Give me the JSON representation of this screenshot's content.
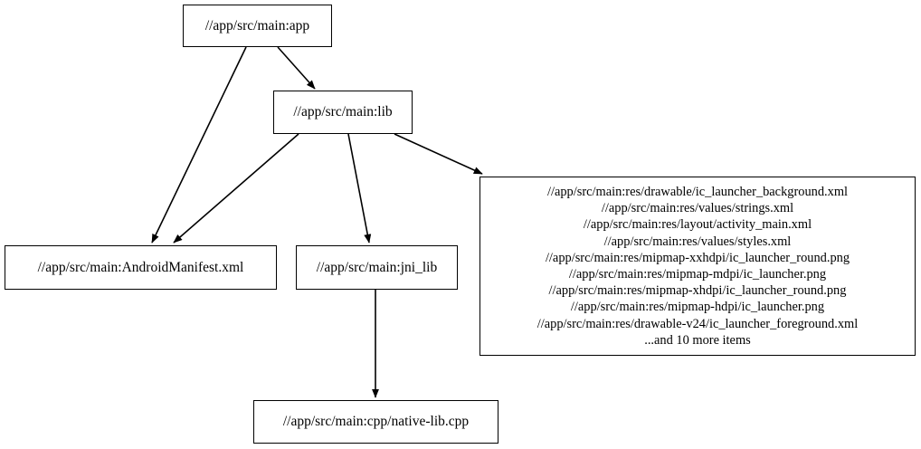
{
  "graph": {
    "type": "directed-graph",
    "background_color": "#ffffff",
    "node_border_color": "#000000",
    "edge_color": "#000000",
    "text_color": "#000000",
    "nodes": [
      {
        "id": "app",
        "label": "//app/src/main:app"
      },
      {
        "id": "lib",
        "label": "//app/src/main:lib"
      },
      {
        "id": "manifest",
        "label": "//app/src/main:AndroidManifest.xml"
      },
      {
        "id": "jni_lib",
        "label": "//app/src/main:jni_lib"
      },
      {
        "id": "native_lib_cpp",
        "label": "//app/src/main:cpp/native-lib.cpp"
      },
      {
        "id": "resources",
        "label": "//app/src/main:res/drawable/ic_launcher_background.xml\n//app/src/main:res/values/strings.xml\n//app/src/main:res/layout/activity_main.xml\n//app/src/main:res/values/styles.xml\n//app/src/main:res/mipmap-xxhdpi/ic_launcher_round.png\n//app/src/main:res/mipmap-mdpi/ic_launcher.png\n//app/src/main:res/mipmap-xhdpi/ic_launcher_round.png\n//app/src/main:res/mipmap-hdpi/ic_launcher.png\n//app/src/main:res/drawable-v24/ic_launcher_foreground.xml\n...and 10 more items",
        "lines": [
          "//app/src/main:res/drawable/ic_launcher_background.xml",
          "//app/src/main:res/values/strings.xml",
          "//app/src/main:res/layout/activity_main.xml",
          "//app/src/main:res/values/styles.xml",
          "//app/src/main:res/mipmap-xxhdpi/ic_launcher_round.png",
          "//app/src/main:res/mipmap-mdpi/ic_launcher.png",
          "//app/src/main:res/mipmap-xhdpi/ic_launcher_round.png",
          "//app/src/main:res/mipmap-hdpi/ic_launcher.png",
          "//app/src/main:res/drawable-v24/ic_launcher_foreground.xml",
          "...and 10 more items"
        ]
      }
    ],
    "edges": [
      {
        "id": "app-to-lib",
        "from": "app",
        "to": "lib"
      },
      {
        "id": "app-to-manifest",
        "from": "app",
        "to": "manifest"
      },
      {
        "id": "lib-to-manifest",
        "from": "lib",
        "to": "manifest"
      },
      {
        "id": "lib-to-jni-lib",
        "from": "lib",
        "to": "jni_lib"
      },
      {
        "id": "lib-to-resources",
        "from": "lib",
        "to": "resources"
      },
      {
        "id": "jni-lib-to-native",
        "from": "jni_lib",
        "to": "native_lib_cpp"
      }
    ]
  }
}
